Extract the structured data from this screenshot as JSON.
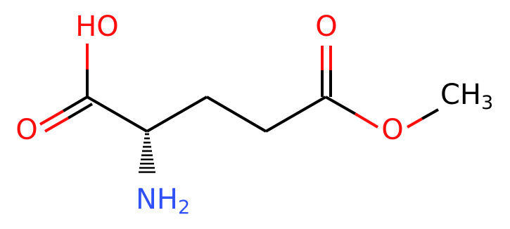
{
  "molecule": {
    "colors": {
      "carbon": "#000000",
      "oxygen": "#ff0d0d",
      "nitrogen": "#3050f8"
    },
    "labels": {
      "hydroxyl": "HO",
      "carbonyl_o_acid": "O",
      "amine_main": "NH",
      "amine_sub": "2",
      "carbonyl_o_ester": "O",
      "ester_o": "O",
      "methyl_main": "CH",
      "methyl_sub": "3"
    }
  }
}
